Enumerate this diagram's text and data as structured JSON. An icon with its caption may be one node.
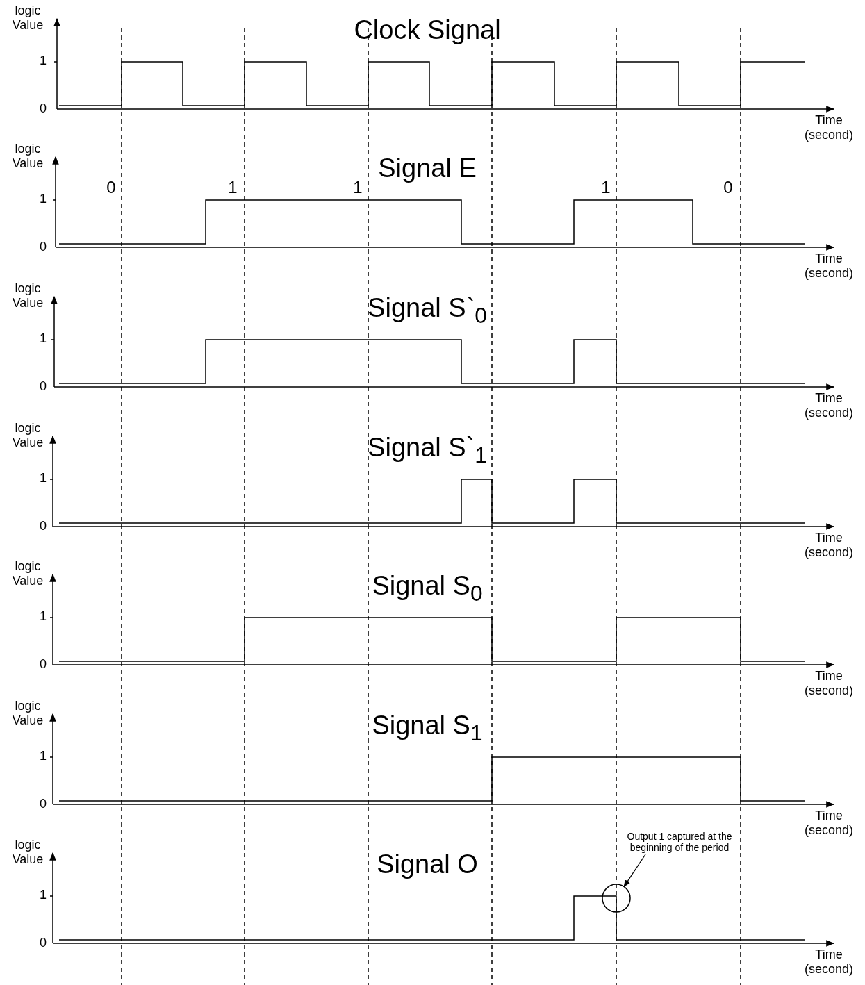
{
  "diagram": {
    "nodes": [
      {
        "text": [
          "Output 1 captured at the beginning of the period"
        ]
      },
      {
        "text": [],
        "shape": "circle"
      }
    ],
    "edges": [
      {
        "from": 0,
        "to": 1,
        "arrow": "to"
      }
    ],
    "labels": [
      "logic Value",
      "Clock Signal",
      "1",
      "0",
      "Time (second)",
      "logic Value",
      "Signal E",
      "0",
      "1",
      "1",
      "1",
      "0",
      "1",
      "0",
      "Time (second)",
      "logic Value",
      "Signal S`$_{0}$",
      "1",
      "0",
      "Time (second)",
      "logic Value",
      "Signal S`$_{1}$",
      "1",
      "0",
      "Time (second)",
      "logic Value",
      "Signal S$_{0}$",
      "1",
      "0",
      "Time (second)",
      "logic Value",
      "Signal S$_{1}$",
      "1",
      "0",
      "Time (second)",
      "logic Value",
      "Signal O",
      "1",
      "0",
      "Time (second)"
    ]
  }
}
